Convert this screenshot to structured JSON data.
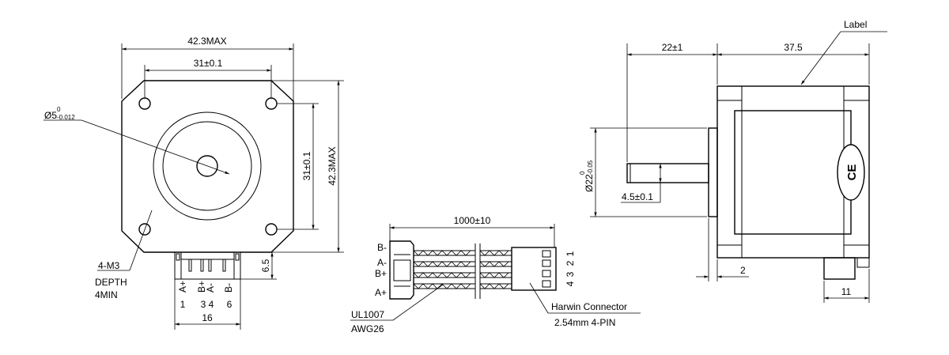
{
  "front_view": {
    "width_max": "42.3MAX",
    "hole_spacing_h": "31±0.1",
    "hole_spacing_v": "31±0.1",
    "height_max": "42.3MAX",
    "shaft_dia": "Ø5",
    "shaft_tol_upper": "0",
    "shaft_tol_lower": "-0.012",
    "hole_spec": [
      "4-M3",
      "DEPTH",
      "4MIN"
    ],
    "connector_height": "6.5",
    "pin_labels": [
      "A+",
      "B+",
      "A-",
      "B-"
    ],
    "pin_numbers": [
      "1",
      "3 4",
      "6"
    ],
    "connector_width": "16"
  },
  "cable_view": {
    "length": "1000±10",
    "wire_labels": [
      "B-",
      "A-",
      "B+",
      "A+"
    ],
    "pin_numbers": [
      "1",
      "2",
      "3",
      "4"
    ],
    "wire_spec": [
      "UL1007",
      "AWG26"
    ],
    "connector_spec": [
      "Harwin Connector",
      "2.54mm 4-PIN"
    ]
  },
  "side_view": {
    "label": "Label",
    "shaft_length": "22±1",
    "body_length": "37.5",
    "boss_dia": "Ø22",
    "boss_tol_upper": "0",
    "boss_tol_lower": "-0.05",
    "flat_depth": "4.5±0.1",
    "boss_height": "2",
    "connector_length": "11",
    "cert_mark": "CE"
  }
}
